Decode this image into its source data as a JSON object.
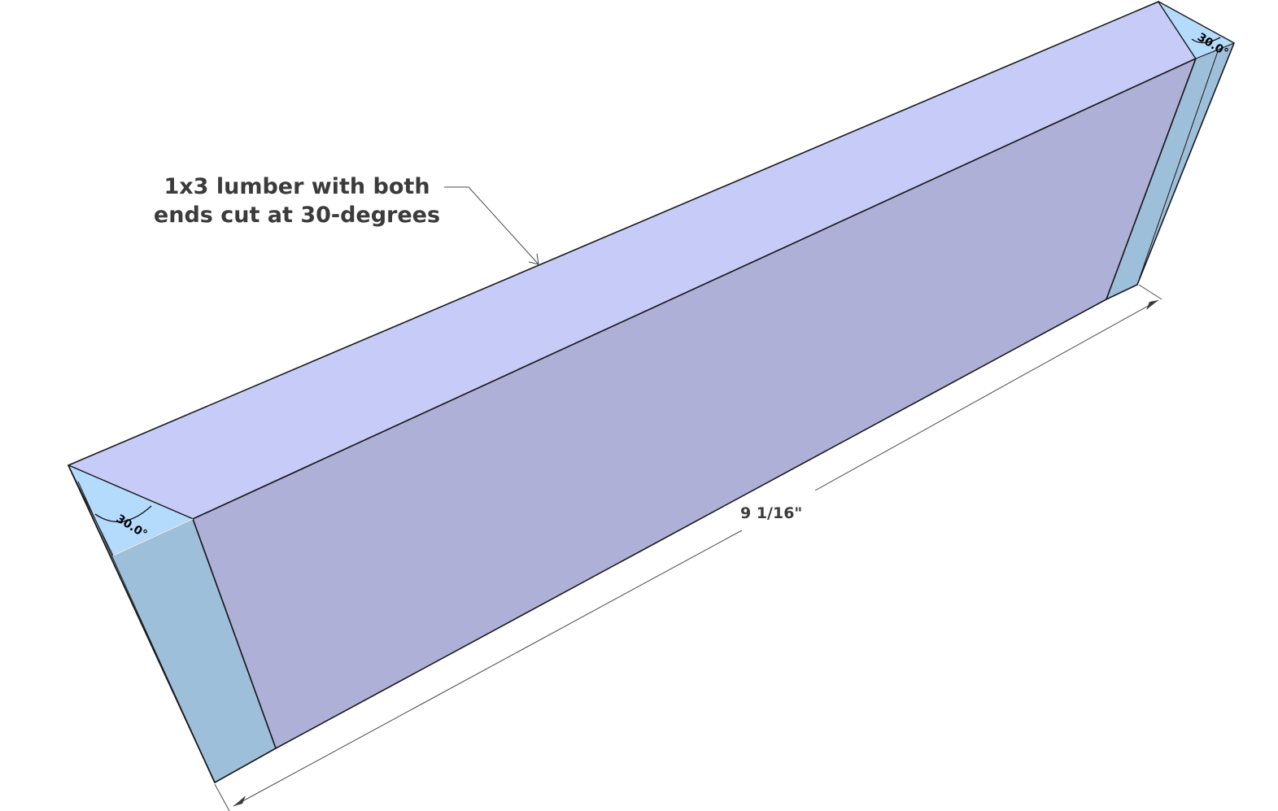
{
  "annotation": {
    "line1": "1x3 lumber with both",
    "line2": "ends cut at 30-degrees"
  },
  "dimension": {
    "length_label": "9 1/16\""
  },
  "angles": {
    "left_label": "30.0°",
    "right_label": "30.0°"
  },
  "colors": {
    "top_face": "#c7cbf8",
    "front_face": "#afb0d8",
    "end_face": "#9dbfda",
    "cut_face": "#b4dbfb",
    "edge": "#1a1a1a",
    "label_text": "#3b3b3b"
  }
}
